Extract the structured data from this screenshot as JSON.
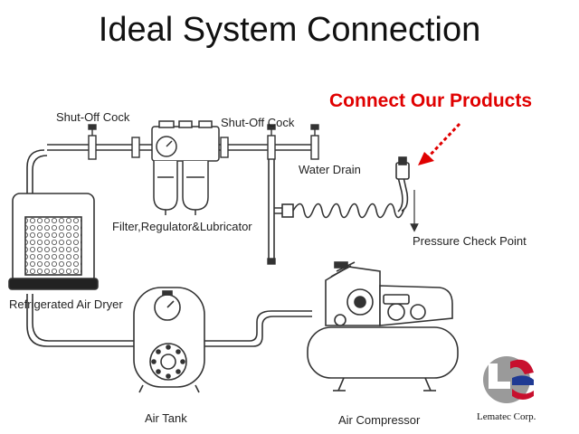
{
  "page": {
    "title": "Ideal System Connection",
    "callout": "Connect Our Products"
  },
  "labels": {
    "shutoff_left": "Shut-Off Cock",
    "shutoff_right": "Shut-Off Cock",
    "water_drain": "Water Drain",
    "frl": "Filter,Regulator&Lubricator",
    "pressure_check": "Pressure Check Point",
    "dryer": "Refrigerated Air Dryer",
    "air_tank": "Air Tank",
    "compressor": "Air Compressor"
  },
  "brand": {
    "name": "Lematec Corp."
  },
  "colors": {
    "accent": "#e00000",
    "line": "#333333",
    "logo_red": "#c8102e",
    "logo_blue": "#1f3a93",
    "logo_grey": "#9a9a9a"
  }
}
